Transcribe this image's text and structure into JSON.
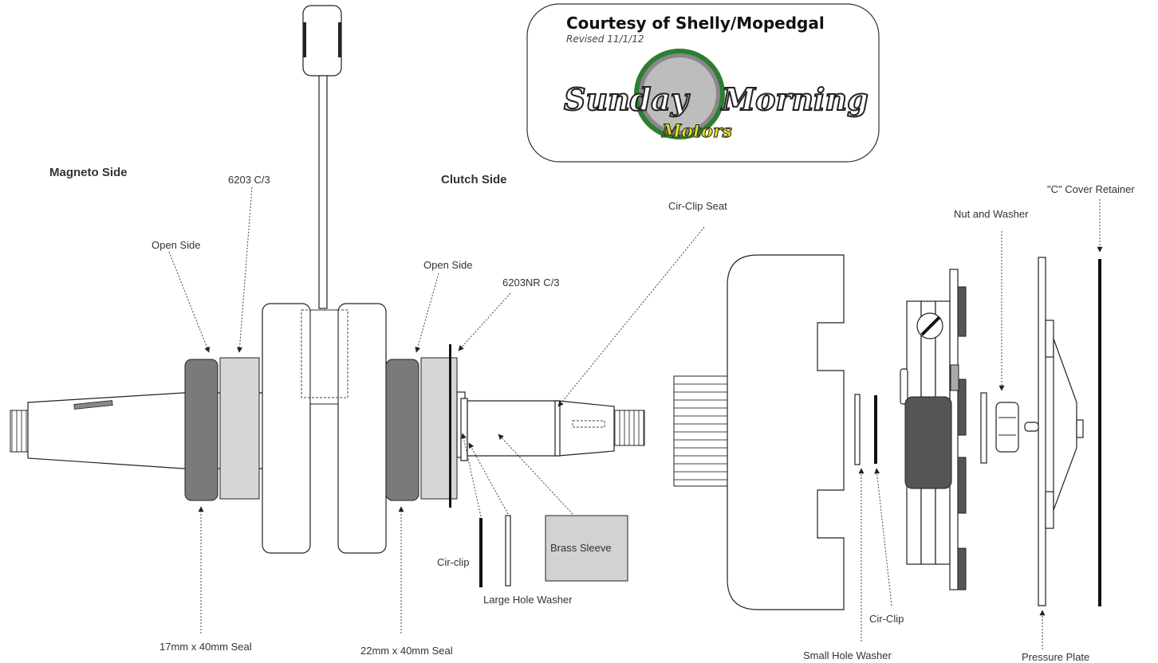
{
  "credit": {
    "title": "Courtesy of Shelly/Mopedgal",
    "revised": "Revised 11/1/12",
    "logo_word1": "Sunday",
    "logo_word2": "Morning",
    "logo_word3": "Motors"
  },
  "headings": {
    "magneto_side": "Magneto Side",
    "clutch_side": "Clutch Side"
  },
  "labels": {
    "bearing_6203": "6203 C/3",
    "open_side_left": "Open Side",
    "open_side_right": "Open Side",
    "bearing_6203nr": "6203NR C/3",
    "cir_clip_seat": "Cir-Clip Seat",
    "nut_and_washer": "Nut and Washer",
    "c_cover_retainer": "\"C\" Cover Retainer",
    "seal_17": "17mm x 40mm Seal",
    "seal_22": "22mm x 40mm Seal",
    "cir_clip": "Cir-clip",
    "large_hole_washer": "Large Hole Washer",
    "brass_sleeve": "Brass Sleeve",
    "cir_clip_right": "Cir-Clip",
    "small_hole_washer": "Small Hole Washer",
    "pressure_plate": "Pressure Plate"
  },
  "colors": {
    "seal_fill": "#7a7a7a",
    "bearing_fill": "#d6d6d6",
    "brass_fill": "#d2d2d2",
    "dark_part": "#555555",
    "logo_green": "#2e7d32",
    "logo_yellow": "#e6e01a"
  }
}
